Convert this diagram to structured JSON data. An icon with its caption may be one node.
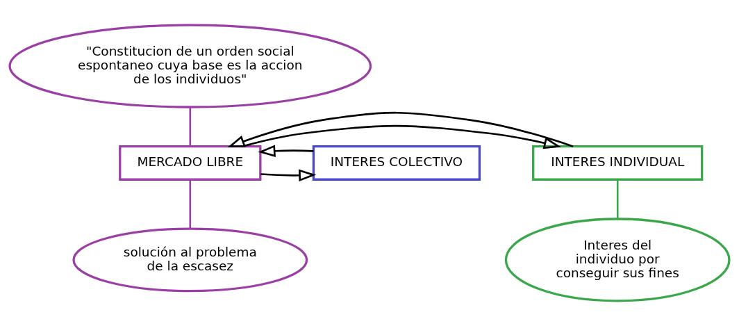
{
  "diagram": {
    "nodes": [
      {
        "text": [
          "\"Constitucion de un orden social espontaneo cuya base es la accion de los individuos\""
        ]
      },
      {
        "text": [
          "INTERES INDIVIDUAL"
        ]
      },
      {
        "text": [
          "MERCADO LIBRE"
        ]
      },
      {
        "text": [
          "INTERES COLECTIVO"
        ]
      },
      {
        "text": [
          "Interes del individuo por conseguir sus fines"
        ]
      },
      {
        "text": [
          "solución al problema de la escasez"
        ]
      }
    ],
    "edges": [
      {
        "from": 0,
        "to": 2,
        "arrow": "none",
        "color": "#9b3fa6"
      },
      {
        "from": 2,
        "to": 1,
        "arrow": "to"
      },
      {
        "from": 1,
        "to": 2,
        "arrow": "to"
      },
      {
        "from": 2,
        "to": 3,
        "arrow": "to"
      },
      {
        "from": 3,
        "to": 2,
        "arrow": "to"
      },
      {
        "from": 1,
        "to": 4,
        "arrow": "none",
        "color": "#3aa84a"
      },
      {
        "from": 2,
        "to": 5,
        "arrow": "none",
        "color": "#9b3fa6"
      }
    ]
  }
}
